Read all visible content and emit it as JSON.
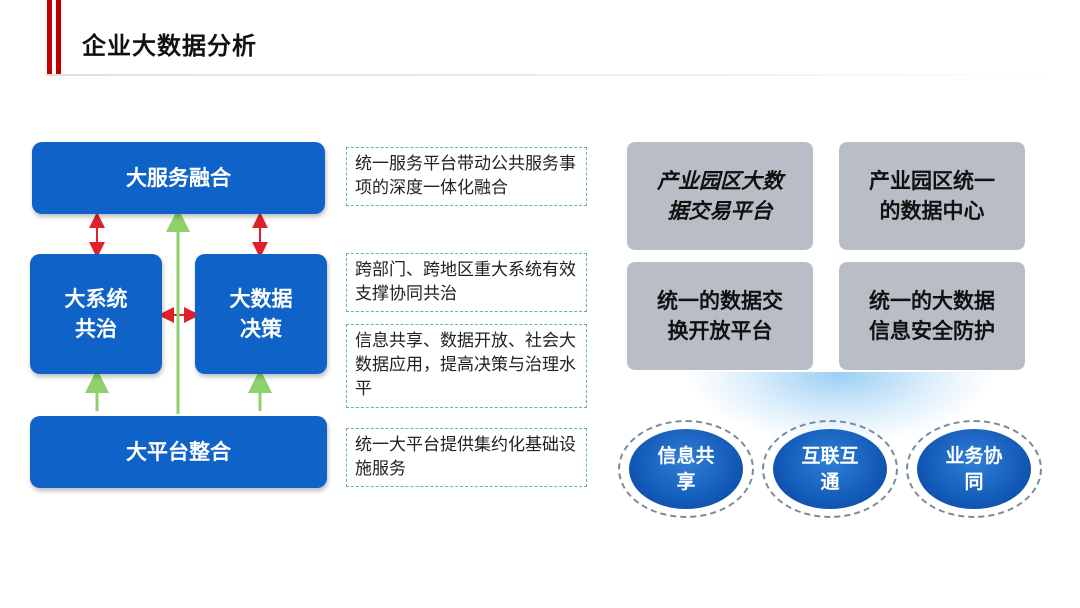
{
  "header": {
    "title": "企业大数据分析"
  },
  "left": {
    "service": "大服务融合",
    "system": "大系统\n共治",
    "decision": "大数据\n决策",
    "platform": "大平台整合"
  },
  "notes": [
    "统一服务平台带动公共服务事项的深度一体化融合",
    "跨部门、跨地区重大系统有效支撑协同共治",
    "信息共享、数据开放、社会大数据应用，提高决策与治理水平",
    "统一大平台提供集约化基础设施服务"
  ],
  "right": {
    "cards": [
      "产业园区大数\n据交易平台",
      "产业园区统一\n的数据中心",
      "统一的数据交\n换开放平台",
      "统一的大数据\n信息安全防护"
    ],
    "bubbles": [
      "信息共\n享",
      "互联互\n通",
      "业务协\n同"
    ]
  },
  "colors": {
    "accent_red": "#c00000",
    "box_blue": "#0f62c8",
    "arrow_red": "#e0212a",
    "arrow_green": "#8fd16a",
    "card_gray": "#b8bdc6"
  }
}
